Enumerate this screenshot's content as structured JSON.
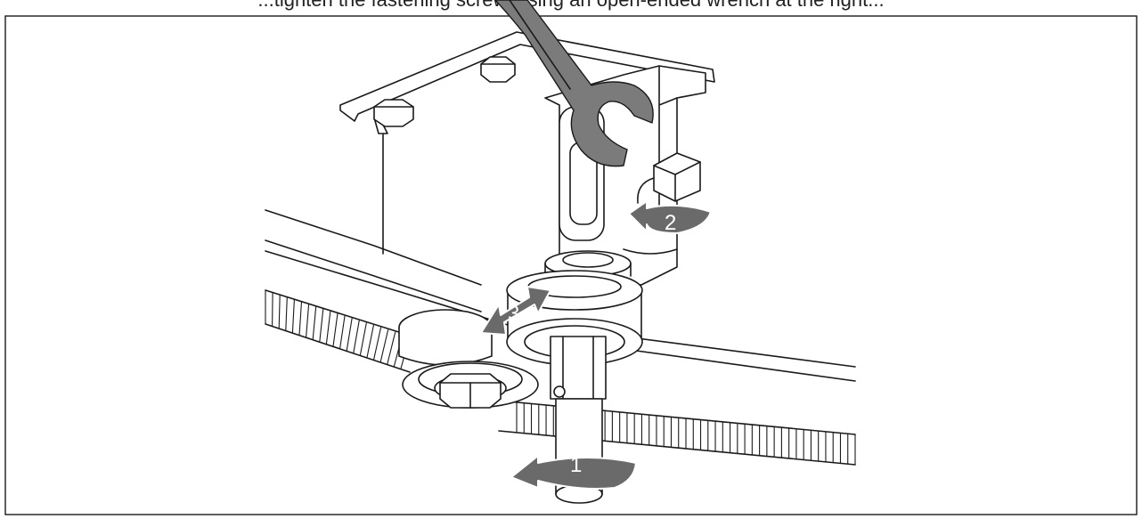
{
  "caption": "...tighten the fastening screw, using an open-ended wrench at the right...",
  "callouts": [
    {
      "id": "1",
      "label": "1"
    },
    {
      "id": "2",
      "label": "2"
    },
    {
      "id": "3",
      "label": "3"
    }
  ],
  "colors": {
    "line": "#1a1a1a",
    "arrow_fill": "#6a6a6a",
    "wrench_fill": "#7b7b7b",
    "background": "#ffffff"
  }
}
